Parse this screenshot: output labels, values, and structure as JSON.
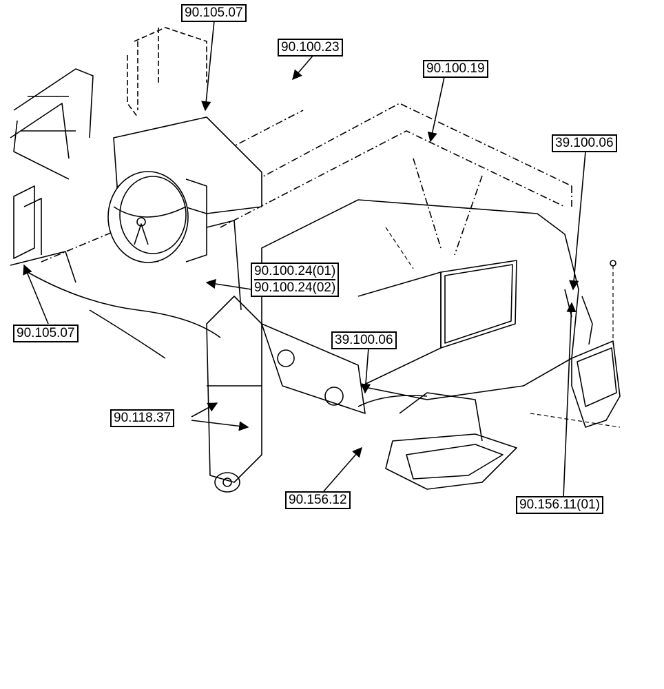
{
  "diagram": {
    "callouts": [
      {
        "id": "c1",
        "text": "90.105.07"
      },
      {
        "id": "c2",
        "text": "90.100.23"
      },
      {
        "id": "c3",
        "text": "90.100.19"
      },
      {
        "id": "c4",
        "text": "39.100.06"
      },
      {
        "id": "c5a",
        "text": "90.100.24(01)"
      },
      {
        "id": "c5b",
        "text": "90.100.24(02)"
      },
      {
        "id": "c6",
        "text": "90.105.07"
      },
      {
        "id": "c7",
        "text": "39.100.06"
      },
      {
        "id": "c8",
        "text": "90.118.37"
      },
      {
        "id": "c9",
        "text": "90.156.12"
      },
      {
        "id": "c10",
        "text": "90.156.11(01)"
      }
    ]
  }
}
